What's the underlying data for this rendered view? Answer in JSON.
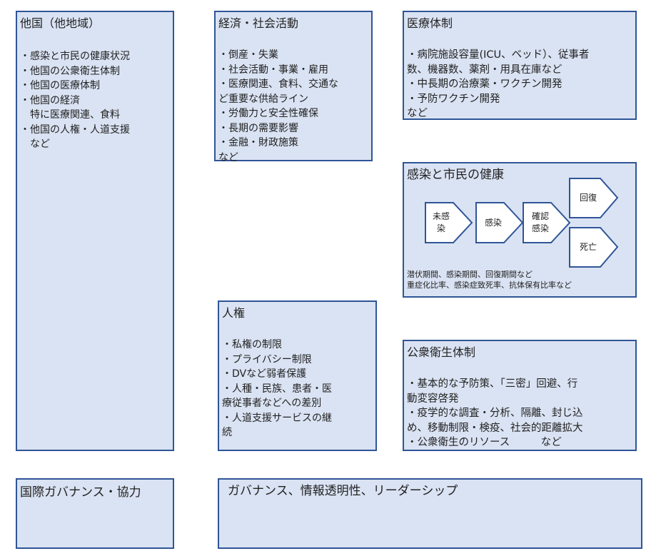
{
  "colors": {
    "box_fill": "#dae3f3",
    "box_border": "#2f5597",
    "shape_fill": "#ffffff"
  },
  "boxes": {
    "other_countries": {
      "title": "他国（他地域）",
      "lines": [
        "・感染と市民の健康状況",
        "・他国の公衆衛生体制",
        "・他国の医療体制",
        "・他国の経済",
        "特に医療関連、食料",
        "・他国の人権・人道支援",
        "など"
      ]
    },
    "economy": {
      "title": "経済・社会活動",
      "lines": [
        "・倒産・失業",
        "・社会活動・事業・雇用",
        "・医療関連、食料、交通な",
        "ど重要な供給ライン",
        "・労働力と安全性確保",
        "・長期の需要影響",
        "・金融・財政施策",
        "など"
      ]
    },
    "medical": {
      "title": "医療体制",
      "lines": [
        "・病院施設容量(ICU、ベッド）、従事者",
        "数、機器数、薬剤・用具在庫など",
        "・中長期の治療薬・ワクチン開発",
        "・予防ワクチン開発",
        "など"
      ]
    },
    "infection": {
      "title": "感染と市民の健康",
      "stages": [
        "未感\n染",
        "感染",
        "確認\n感染",
        "回復",
        "死亡"
      ],
      "notes": [
        "潜伏期間、感染期間、回復期間など",
        "重症化比率、感染症致死率、抗体保有比率など"
      ]
    },
    "human_rights": {
      "title": "人権",
      "lines": [
        "・私権の制限",
        "・プライバシー制限",
        "・DVなど弱者保護",
        "・人種・民族、患者・医",
        "療従事者などへの差別",
        "・人道支援サービスの継",
        "続"
      ]
    },
    "public_health": {
      "title": "公衆衛生体制",
      "lines": [
        "・基本的な予防策、「三密」回避、行",
        "動変容啓発",
        "・疫学的な調査・分析、隔離、封じ込",
        "め、移動制限・検疫、社会的距離拡大",
        "・公衆衛生のリソース　　　など"
      ]
    },
    "international": {
      "title": "国際ガバナンス・協力"
    },
    "governance": {
      "title": "ガバナンス、情報透明性、リーダーシップ"
    }
  }
}
